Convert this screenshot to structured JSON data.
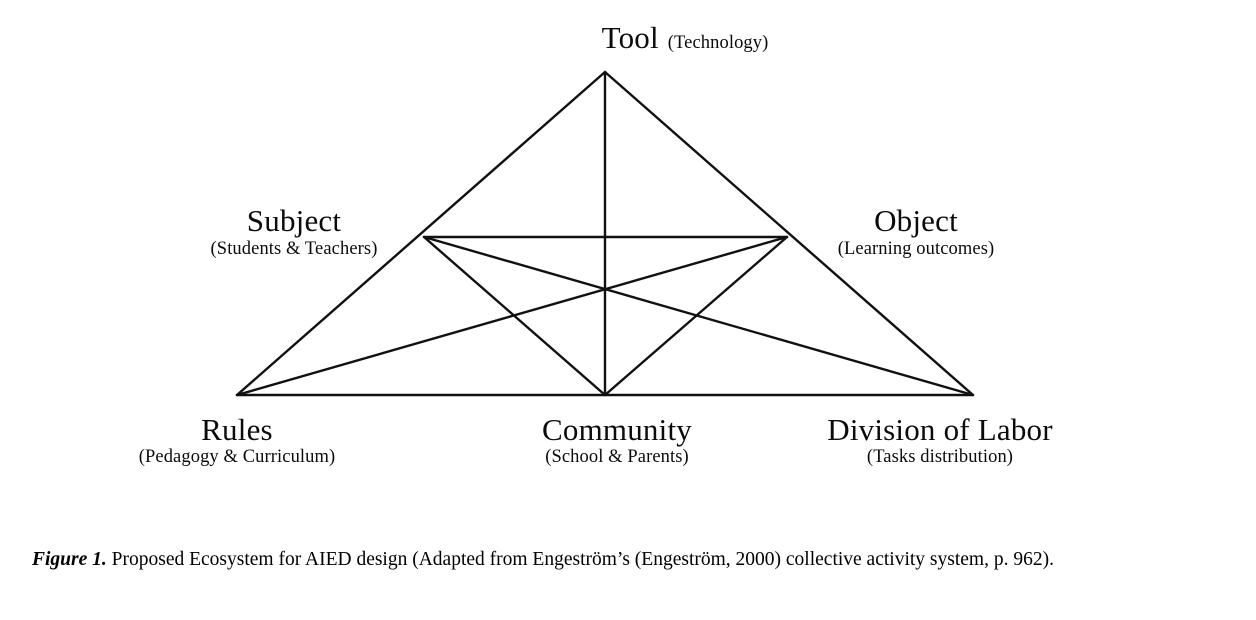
{
  "figure": {
    "type": "activity-system-triangle",
    "background": "#ffffff",
    "line_color": "#111111",
    "text_color": "#000000"
  },
  "nodes": {
    "tool": {
      "title": "Tool",
      "subtitle": "(Technology)"
    },
    "subject": {
      "title": "Subject",
      "subtitle": "(Students & Teachers)"
    },
    "object": {
      "title": "Object",
      "subtitle": "(Learning outcomes)"
    },
    "rules": {
      "title": "Rules",
      "subtitle": "(Pedagogy & Curriculum)"
    },
    "community": {
      "title": "Community",
      "subtitle": "(School & Parents)"
    },
    "division": {
      "title": "Division of Labor",
      "subtitle": "(Tasks distribution)"
    }
  },
  "edges": [
    {
      "from": "tool",
      "to": "rules",
      "kind": "outer-triangle-left"
    },
    {
      "from": "tool",
      "to": "division",
      "kind": "outer-triangle-right"
    },
    {
      "from": "rules",
      "to": "division",
      "kind": "outer-triangle-base"
    },
    {
      "from": "tool",
      "to": "community",
      "kind": "vertical-median"
    },
    {
      "from": "subject",
      "to": "object",
      "kind": "horizontal-mid"
    },
    {
      "from": "subject",
      "to": "community",
      "kind": "inner-diagonal"
    },
    {
      "from": "object",
      "to": "community",
      "kind": "inner-diagonal"
    },
    {
      "from": "subject",
      "to": "division",
      "kind": "inner-long-diagonal"
    },
    {
      "from": "object",
      "to": "rules",
      "kind": "inner-long-diagonal"
    }
  ],
  "caption": {
    "label": "Figure 1.",
    "body": " Proposed Ecosystem for AIED design (Adapted from Engeström’s (Engeström, 2000) collective activity system, p. 962)."
  }
}
